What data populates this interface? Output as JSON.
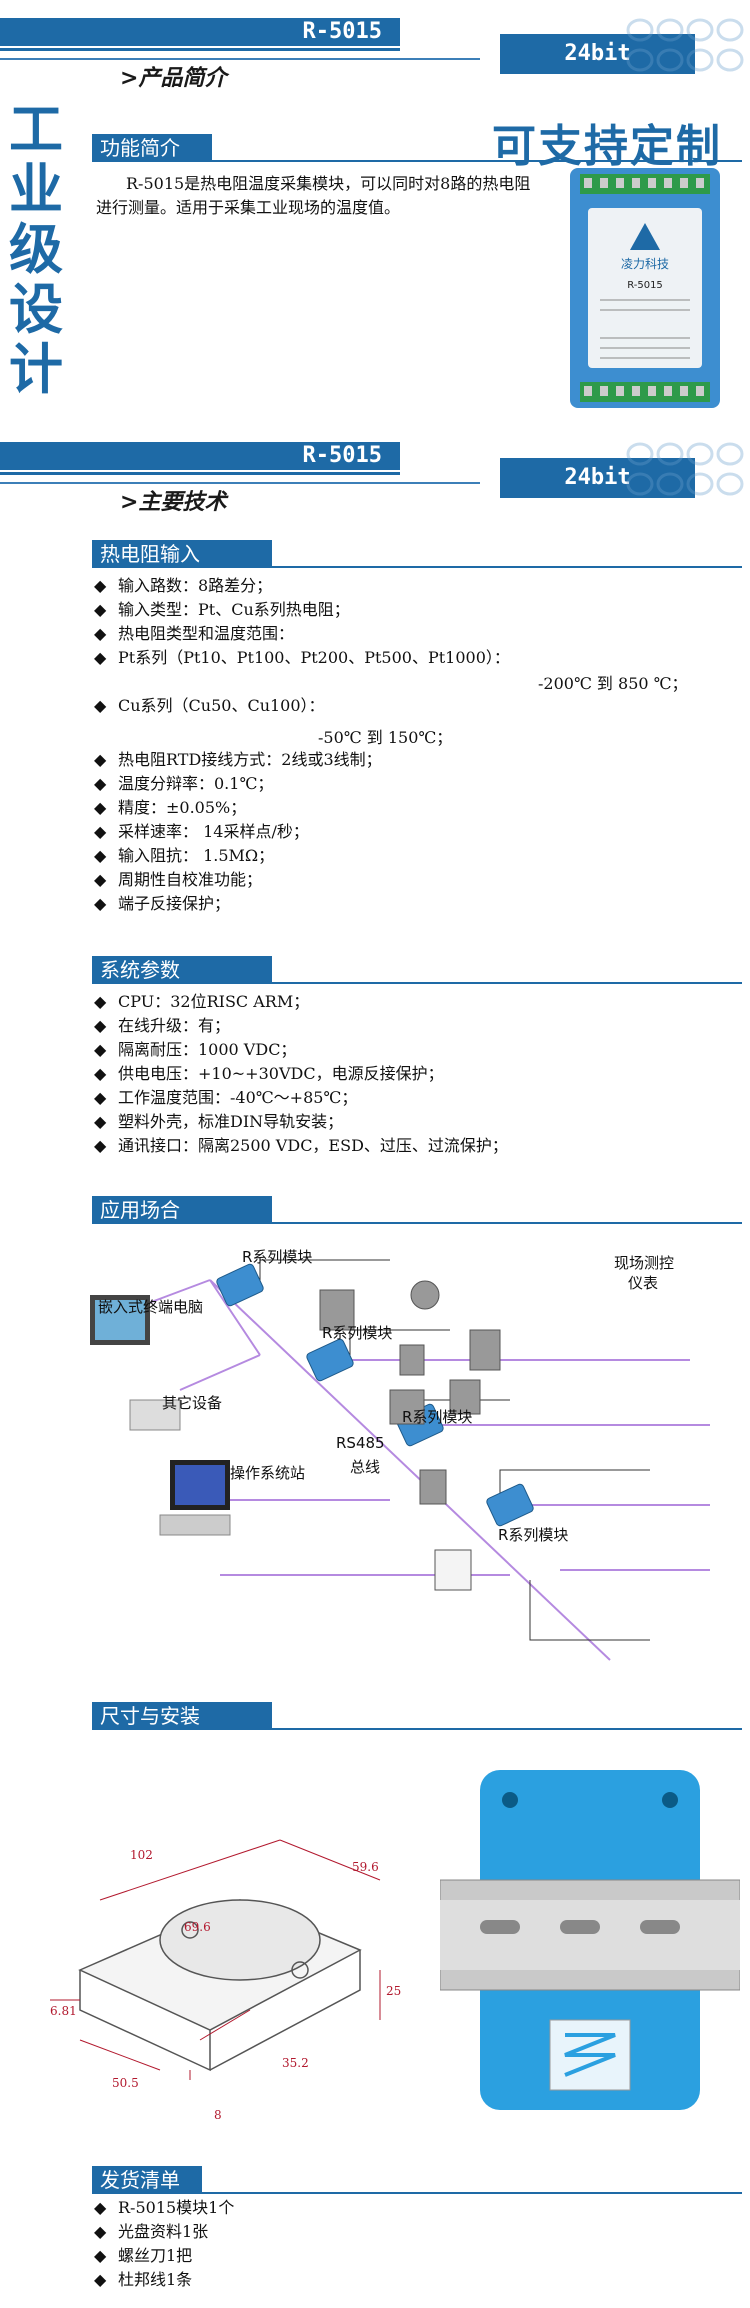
{
  "header1": {
    "model": "R-5015",
    "subtitle": "产品简介",
    "bits": "24bit"
  },
  "vertical_title": [
    "工",
    "业",
    "级",
    "设",
    "计"
  ],
  "func_section": {
    "title": "功能简介",
    "custom_slogan": "可支持定制",
    "text": "R-5015是热电阻温度采集模块，可以同时对8路的热电阻进行测量。适用于采集工业现场的温度值。"
  },
  "product_label": {
    "company": "凌力科技",
    "model": "R-5015"
  },
  "header2": {
    "model": "R-5015",
    "subtitle": "主要技术",
    "bits": "24bit"
  },
  "rtd_section": {
    "title": "热电阻输入",
    "items": [
      "输入路数：8路差分；",
      "输入类型：Pt、Cu系列热电阻；",
      "热电阻类型和温度范围：",
      "Pt系列（Pt10、Pt100、Pt200、Pt500、Pt1000）：",
      "Cu系列（Cu50、Cu100）：",
      "热电阻RTD接线方式：2线或3线制；",
      "温度分辩率：0.1℃；",
      "精度：±0.05%；",
      "采样速率： 14采样点/秒；",
      "输入阻抗： 1.5MΩ；",
      "周期性自校准功能；",
      "端子反接保护；"
    ],
    "pt_range": "-200℃ 到 850 ℃；",
    "cu_range": "-50℃ 到 150℃；"
  },
  "sys_section": {
    "title": "系统参数",
    "items": [
      "CPU：32位RISC ARM；",
      "在线升级：有；",
      "隔离耐压：1000 VDC；",
      "供电电压：+10~+30VDC，电源反接保护；",
      "工作温度范围：-40℃～+85℃；",
      "塑料外壳，标准DIN导轨安装；",
      "通讯接口：隔离2500 VDC，ESD、过压、过流保护；"
    ]
  },
  "app_section": {
    "title": "应用场合",
    "labels": {
      "embedded": "嵌入式终端电脑",
      "other": "其它设备",
      "operator": "操作系统站",
      "module1": "R系列模块",
      "module2": "R系列模块",
      "module3": "R系列模块",
      "module4": "R系列模块",
      "rs485a": "RS485",
      "rs485b": "总线",
      "field1": "现场测控",
      "field2": "仪表"
    }
  },
  "size_section": {
    "title": "尺寸与安装",
    "dims": {
      "d102": "102",
      "d59": "59.6",
      "d69": "69.6",
      "d25": "25",
      "d81": "6.81",
      "d50": "50.5",
      "d35": "35.2",
      "d8": "8"
    }
  },
  "ship_section": {
    "title": "发货清单",
    "items": [
      "R-5015模块1个",
      "光盘资料1张",
      "螺丝刀1把",
      "杜邦线1条"
    ]
  },
  "colors": {
    "brand": "#1e6aa6",
    "purple_bus": "#b58ae0"
  }
}
